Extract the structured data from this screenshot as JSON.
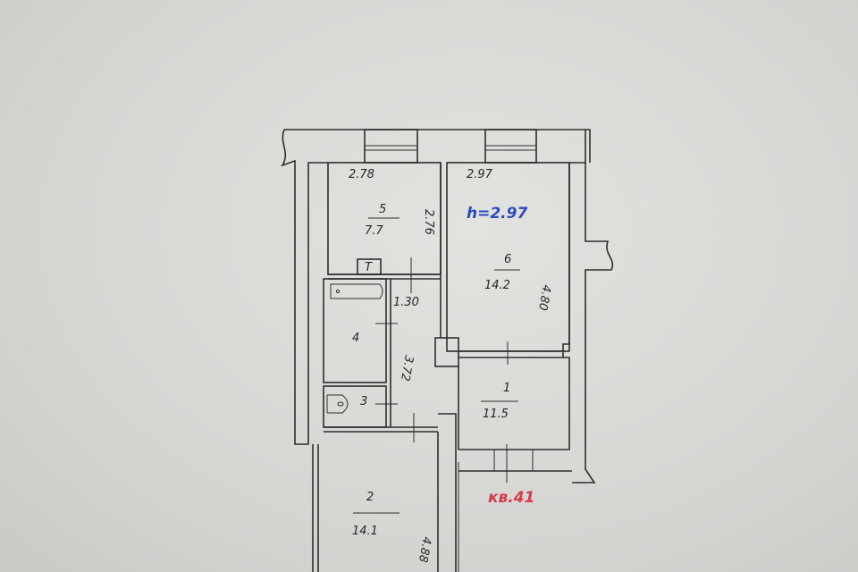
{
  "rooms": [
    {
      "number": "5",
      "area": "7.7",
      "width": "2.78",
      "length": "2.76"
    },
    {
      "number": "6",
      "area": "14.2",
      "width": "2.97",
      "length": "4.80"
    },
    {
      "number": "4"
    },
    {
      "number": "3"
    },
    {
      "number": "1",
      "area": "11.5"
    },
    {
      "number": "2",
      "area": "14.1",
      "length": "4.88"
    }
  ],
  "corridor": {
    "width": "1.30",
    "length": "3.72"
  },
  "ceiling_height": "h=2.97",
  "apartment_label": "кв.41",
  "toilet_tank_symbol": "T",
  "colors": {
    "ink": "#2e2e2e",
    "blue_note": "#2b4bbf",
    "red_note": "#d83a4a",
    "paper": "#d9d9d6"
  }
}
